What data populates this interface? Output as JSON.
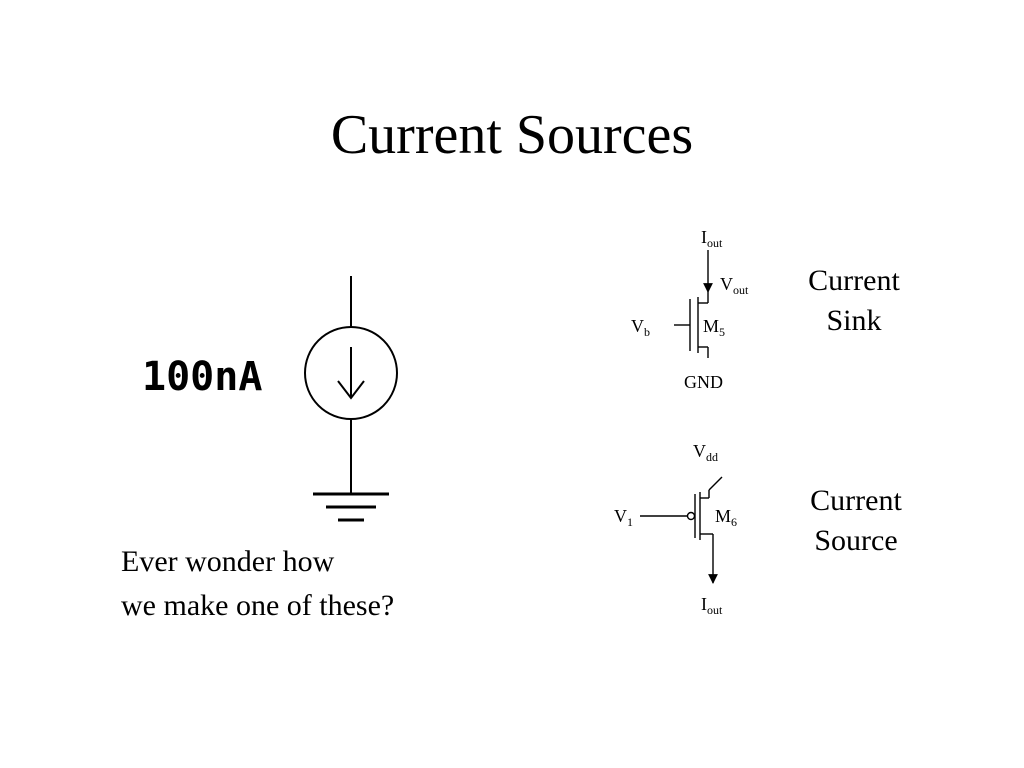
{
  "slide": {
    "title": "Current Sources",
    "caption": [
      "Ever wonder how",
      "we make one of these?"
    ]
  },
  "source_symbol": {
    "label": "100nA"
  },
  "sink_circuit": {
    "label_lines": [
      "Current",
      "Sink"
    ],
    "iout_main": "I",
    "iout_sub": "out",
    "vout_main": "V",
    "vout_sub": "out",
    "vb_main": "V",
    "vb_sub": "b",
    "m_main": "M",
    "m_sub": "5",
    "gnd": "GND"
  },
  "source_circuit": {
    "label_lines": [
      "Current",
      "Source"
    ],
    "vdd_main": "V",
    "vdd_sub": "dd",
    "v1_main": "V",
    "v1_sub": "1",
    "m_main": "M",
    "m_sub": "6",
    "iout_main": "I",
    "iout_sub": "out"
  }
}
